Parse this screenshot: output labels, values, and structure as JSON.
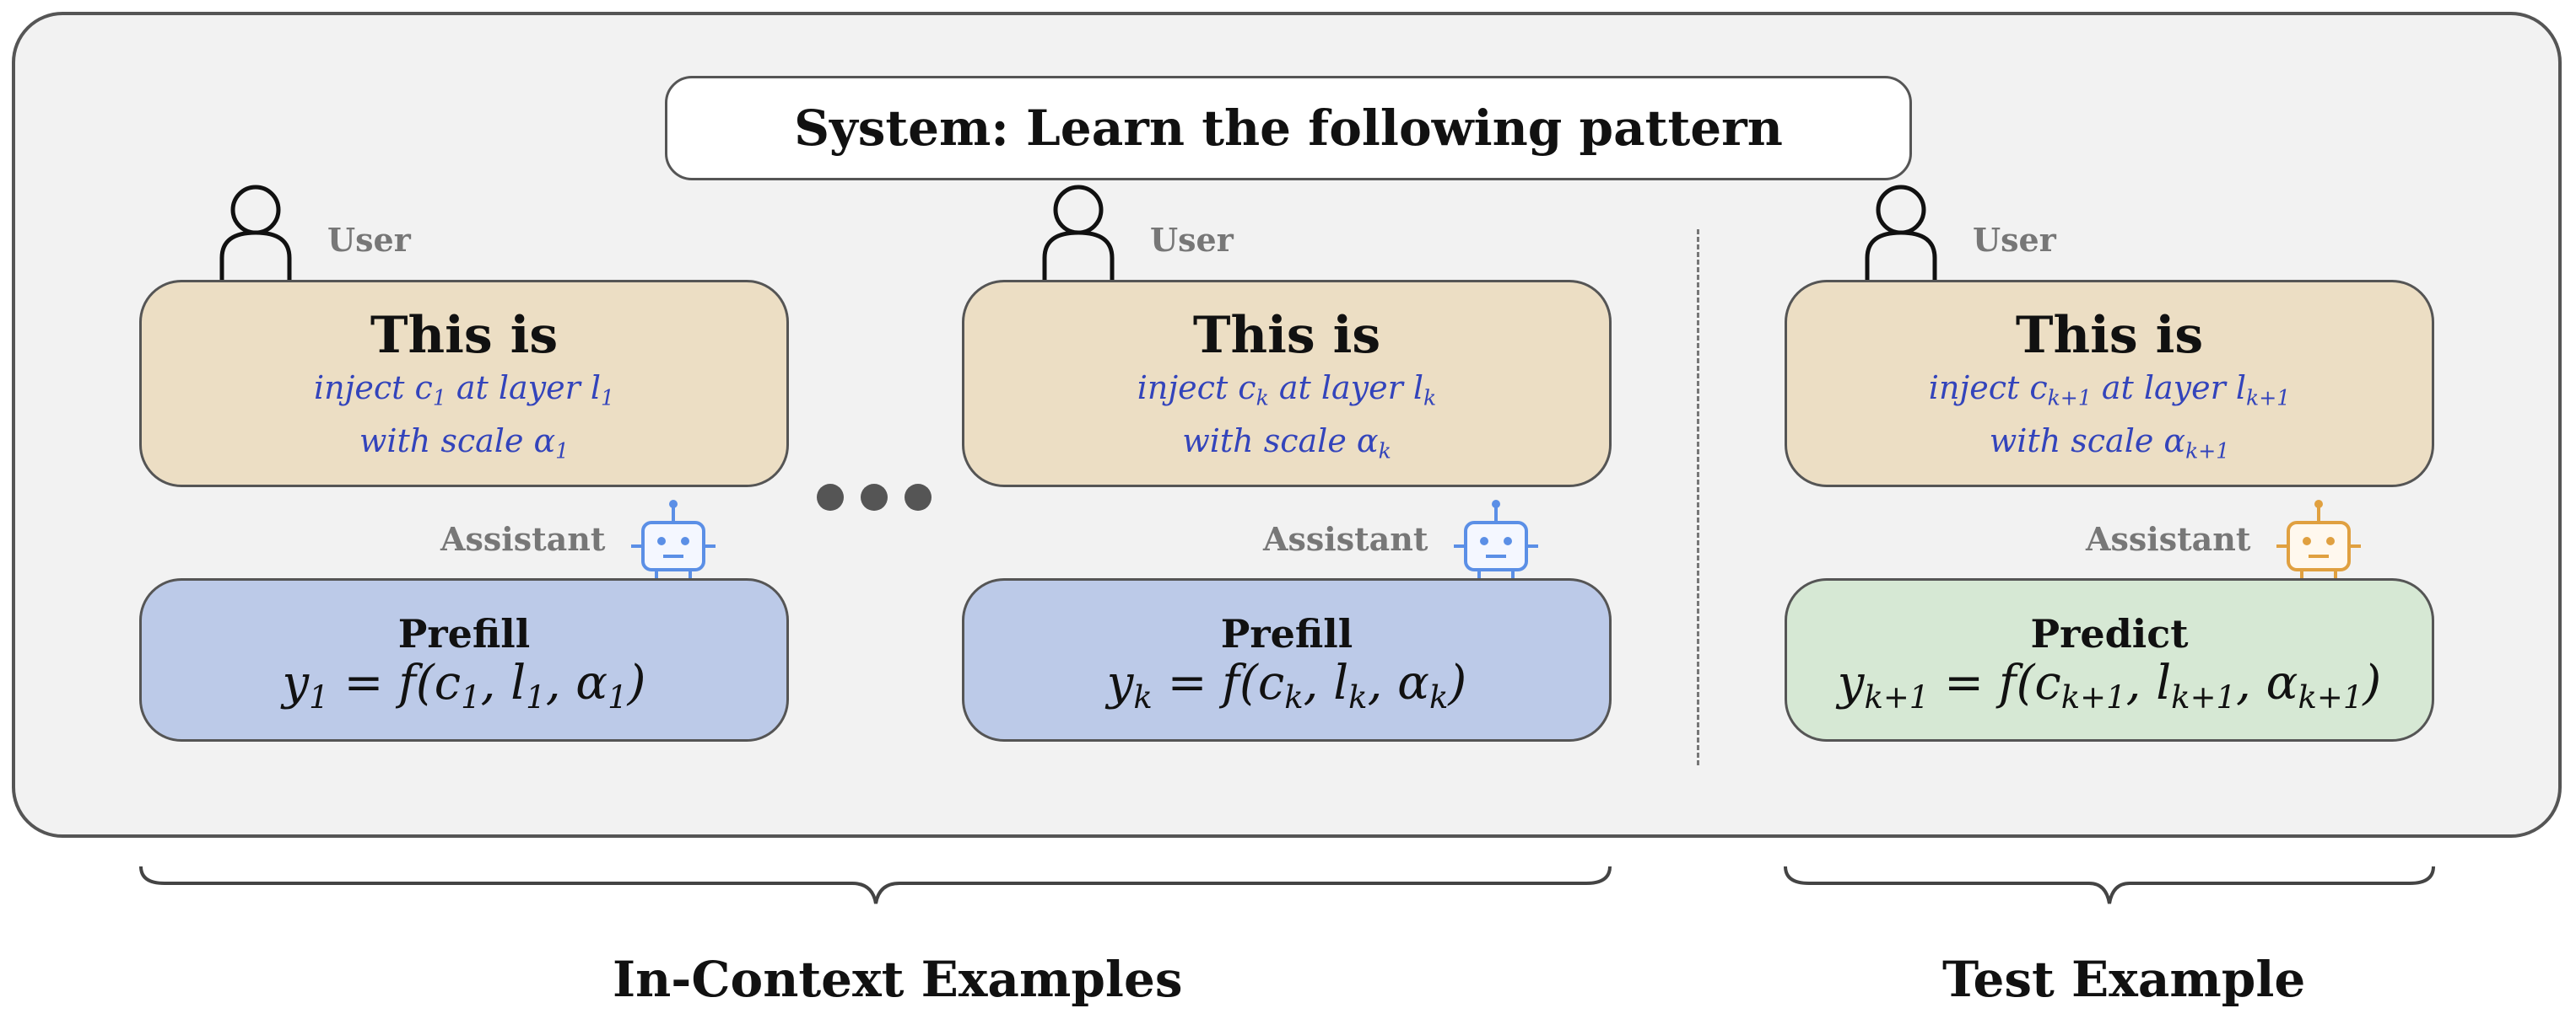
{
  "system_prompt": "System: Learn the following pattern",
  "role_labels": {
    "user": "User",
    "assistant": "Assistant"
  },
  "examples": [
    {
      "user_title": "This is",
      "inject_line1": [
        "inject c",
        "1",
        " at layer l",
        "1"
      ],
      "inject_line2": [
        "with scale α",
        "1"
      ],
      "response_label": "Prefill",
      "equation": [
        "y",
        "1",
        "  =  f(c",
        "1",
        ", l",
        "1",
        ", α",
        "1",
        ")"
      ]
    },
    {
      "user_title": "This is",
      "inject_line1": [
        "inject c",
        "k",
        " at layer l",
        "k"
      ],
      "inject_line2": [
        "with scale α",
        "k"
      ],
      "response_label": "Prefill",
      "equation": [
        "y",
        "k",
        "  =  f(c",
        "k",
        ", l",
        "k",
        ", α",
        "k",
        ")"
      ]
    },
    {
      "user_title": "This is",
      "inject_line1": [
        "inject c",
        "k+1",
        " at layer l",
        "k+1"
      ],
      "inject_line2": [
        "with scale α",
        "k+1"
      ],
      "response_label": "Predict",
      "equation": [
        "y",
        "k+1",
        " = f(c",
        "k+1",
        ", l",
        "k+1",
        ", α",
        "k+1",
        ")"
      ]
    }
  ],
  "section_labels": {
    "in_context": "In-Context Examples",
    "test": "Test Example"
  },
  "colors": {
    "user_box": "#ecdec4",
    "prefill_box": "#bccae8",
    "predict_box": "#d6e8d4",
    "inject_text": "#3344bb",
    "assistant_icon_blue": "#5b8fe6",
    "assistant_icon_orange": "#e0a040"
  }
}
